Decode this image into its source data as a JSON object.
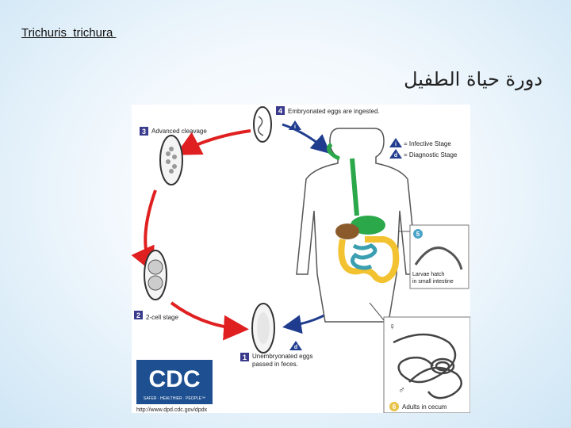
{
  "slide": {
    "title": "Trichuris  trichura ",
    "arabic_title": "دورة حياة الطفيل"
  },
  "diagram": {
    "steps": [
      {
        "num": "1",
        "label": "Unembryonated eggs",
        "label2": "passed in feces."
      },
      {
        "num": "2",
        "label": "2-cell stage"
      },
      {
        "num": "3",
        "label": "Advanced cleavage"
      },
      {
        "num": "4",
        "label": "Embryonated eggs are ingested."
      },
      {
        "num": "5",
        "label": "Larvae hatch",
        "label2": "in small intestine"
      },
      {
        "num": "6",
        "label": "Adults in cecum"
      }
    ],
    "legend": {
      "infective_symbol": "i",
      "infective": "= Infective Stage",
      "diagnostic_symbol": "d",
      "diagnostic": "= Diagnostic Stage"
    },
    "markers": {
      "infective": "i",
      "diagnostic": "d"
    },
    "sex_symbols": {
      "female": "♀",
      "male": "♂"
    },
    "logo": {
      "text": "CDC",
      "tagline": "SAFER · HEALTHIER · PEOPLE™",
      "url": "http://www.dpd.cdc.gov/dpdx"
    },
    "colors": {
      "red_arrow": "#e02020",
      "blue_arrow": "#1f3c8f",
      "step_badge": "#3b3b8e",
      "stomach": "#2aa84a",
      "intestine": "#f2c230",
      "colon": "#3a9fb0"
    }
  }
}
